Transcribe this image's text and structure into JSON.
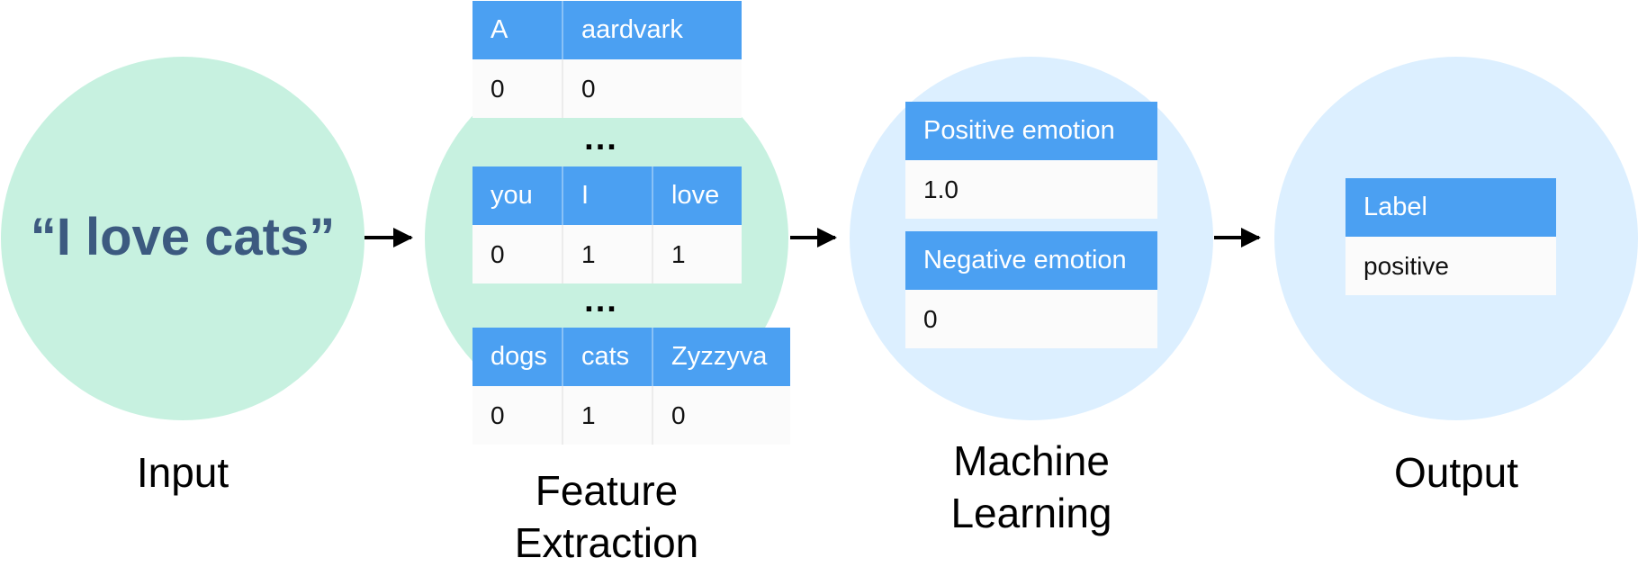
{
  "input": {
    "text": "“I love cats”",
    "caption": "Input"
  },
  "feature_extraction": {
    "caption_line1": "Feature",
    "caption_line2": "Extraction",
    "ellipsis": "...",
    "table_top": {
      "headers": [
        "A",
        "aardvark"
      ],
      "values": [
        "0",
        "0"
      ]
    },
    "table_mid": {
      "headers": [
        "you",
        "I",
        "love"
      ],
      "values": [
        "0",
        "1",
        "1"
      ]
    },
    "table_bottom": {
      "headers": [
        "dogs",
        "cats",
        "Zyzzyva"
      ],
      "values": [
        "0",
        "1",
        "0"
      ]
    }
  },
  "machine_learning": {
    "caption_line1": "Machine",
    "caption_line2": "Learning",
    "scores": [
      {
        "label": "Positive emotion",
        "value": "1.0"
      },
      {
        "label": "Negative emotion",
        "value": "0"
      }
    ]
  },
  "output": {
    "caption": "Output",
    "label_header": "Label",
    "label_value": "positive"
  },
  "colors": {
    "input_circle": "#c7f1e0",
    "ml_circle": "#dcefff",
    "header_blue": "#4ba0f2",
    "quote_text": "#3c5a80"
  }
}
